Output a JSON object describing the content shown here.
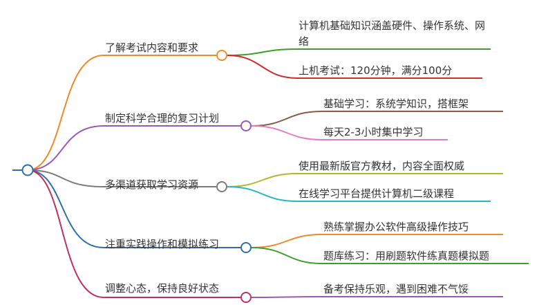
{
  "colors": {
    "root": "#2f6fa8",
    "orange": "#ef8a2a",
    "purple": "#9b59b6",
    "gray": "#7a7a7a",
    "blue": "#2f6fa8",
    "crimson": "#c0305a",
    "green": "#3aa02a",
    "red": "#d12b2b",
    "brown": "#8a5a46",
    "pink": "#e57bc8",
    "olive": "#b5b82a",
    "teal": "#2ab8c4"
  },
  "mindmap": {
    "branches": [
      {
        "label": "了解考试内容和要求",
        "color": "orange",
        "children": [
          {
            "label": "计算机基础知识涵盖硬件、操作系统、网络",
            "color": "green"
          },
          {
            "label": "上机考试：120分钟，满分100分",
            "color": "red"
          }
        ]
      },
      {
        "label": "制定科学合理的复习计划",
        "color": "purple",
        "children": [
          {
            "label": "基础学习：系统学知识，搭框架",
            "color": "brown"
          },
          {
            "label": "每天2-3小时集中学习",
            "color": "pink"
          }
        ]
      },
      {
        "label": "多渠道获取学习资源",
        "color": "gray",
        "children": [
          {
            "label": "使用最新版官方教材，内容全面权威",
            "color": "olive"
          },
          {
            "label": "在线学习平台提供计算机二级课程",
            "color": "teal"
          }
        ]
      },
      {
        "label": "注重实践操作和模拟练习",
        "color": "blue",
        "children": [
          {
            "label": "熟练掌握办公软件高级操作技巧",
            "color": "orange"
          },
          {
            "label": "题库练习：用刷题软件练真题模拟题",
            "color": "green"
          }
        ]
      },
      {
        "label": "调整心态，保持良好状态",
        "color": "crimson",
        "children": [
          {
            "label": "备考保持乐观，遇到困难不气馁",
            "color": "purple"
          }
        ]
      }
    ]
  }
}
